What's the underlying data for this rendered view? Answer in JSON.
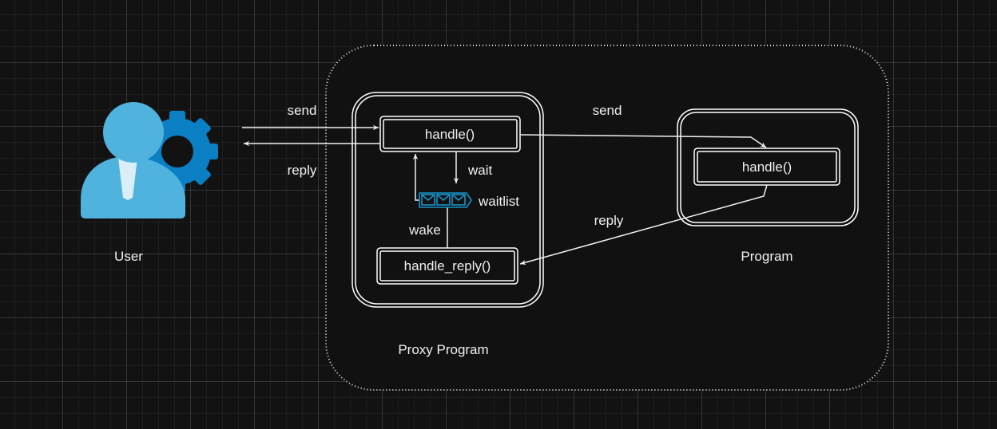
{
  "actors": {
    "user": "User"
  },
  "containers": {
    "proxy_program": "Proxy Program",
    "program": "Program"
  },
  "functions": {
    "proxy_handle": "handle()",
    "proxy_handle_reply": "handle_reply()",
    "program_handle": "handle()"
  },
  "waitlist": "waitlist",
  "edges": {
    "user_send": "send",
    "user_reply": "reply",
    "wait": "wait",
    "wake": "wake",
    "program_send": "send",
    "program_reply": "reply"
  },
  "icons": {
    "user": "user-gear-icon",
    "waitlist": "message-queue-icon"
  },
  "colors": {
    "background": "#121212",
    "stroke": "#ffffff",
    "user_icon": "#4fb3de",
    "gear": "#0b7fc4",
    "waitlist": "#1793c7"
  }
}
